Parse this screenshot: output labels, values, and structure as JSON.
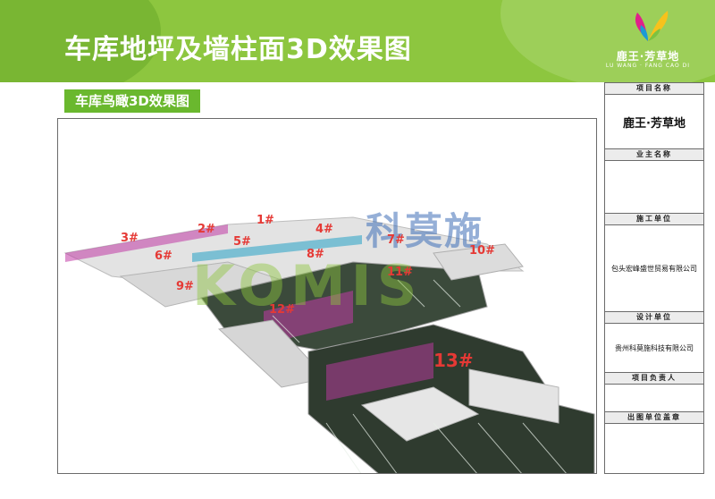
{
  "header": {
    "title": "车库地坪及墙柱面3D效果图",
    "logo_cn": "鹿王·芳草地",
    "logo_en": "LU WANG · FANG CAO DI"
  },
  "section": {
    "title": "车库鸟瞰3D效果图"
  },
  "watermark": {
    "cn": "科莫施",
    "en": "KOMIS"
  },
  "zones": [
    "1#",
    "2#",
    "3#",
    "4#",
    "5#",
    "6#",
    "7#",
    "8#",
    "9#",
    "10#",
    "11#",
    "12#",
    "13#"
  ],
  "panel": {
    "project_name_label": "项目名称",
    "project_name": "鹿王·芳草地",
    "owner_label": "业主名称",
    "owner": "",
    "construction_label": "施工单位",
    "construction": "包头宏峰盛世贸易有限公司",
    "design_label": "设计单位",
    "design": "贵州科莫施科技有限公司",
    "manager_label": "项目负责人",
    "manager": "",
    "seal_label": "出图单位盖章",
    "seal": ""
  },
  "colors": {
    "header_green": "#8dc63f",
    "tab_green": "#6ab82e",
    "zone_red": "#e53935",
    "wall_magenta": "#c13aa6",
    "floor_dark": "#2f3b2f"
  }
}
